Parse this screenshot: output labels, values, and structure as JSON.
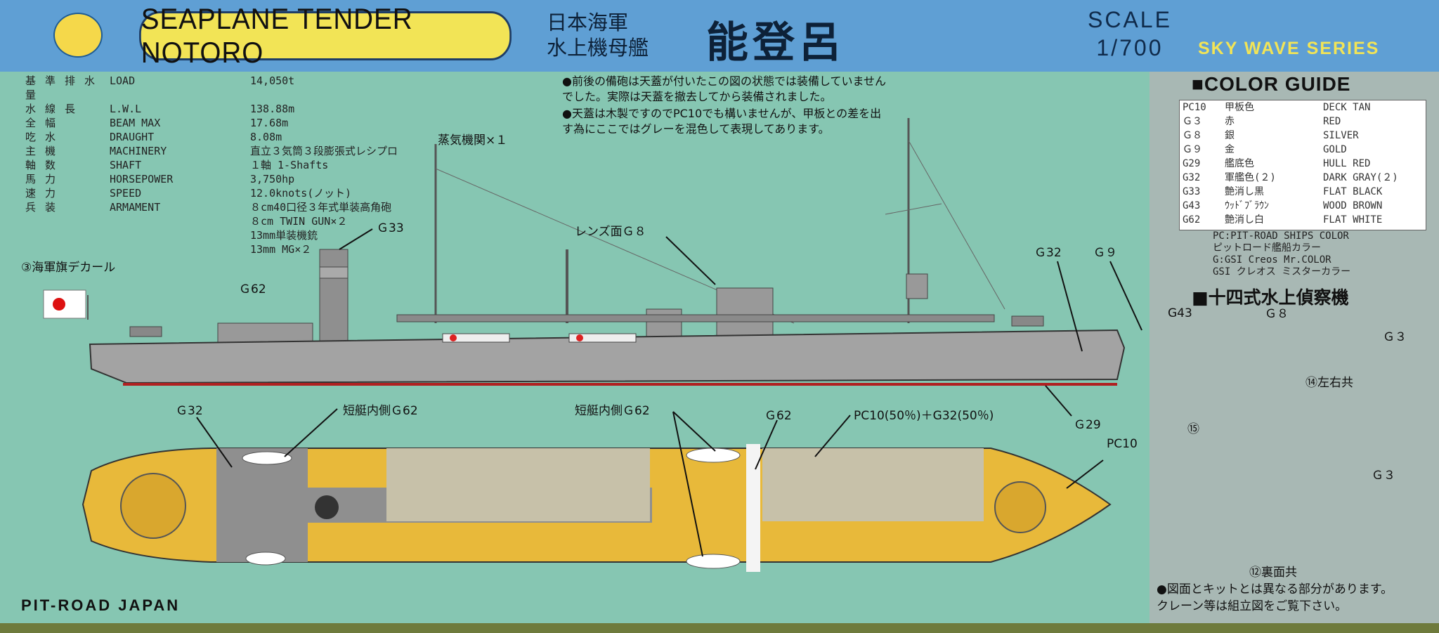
{
  "header": {
    "title_en": "SEAPLANE TENDER NOTORO",
    "title_jp_line1": "日本海軍",
    "title_jp_line2": "水上機母艦",
    "ship_name_jp": "能登呂",
    "scale_label": "SCALE",
    "scale_value": "1/700",
    "series": "SKY WAVE SERIES",
    "colors": {
      "header_bg": "#5f9fd4",
      "pill": "#f2e456",
      "sea": "#86c6b2"
    }
  },
  "specs": [
    {
      "jp": "基準排水量",
      "en": "LOAD",
      "value": "14,050t"
    },
    {
      "jp": "水線長",
      "en": "L.W.L",
      "value": "138.88m"
    },
    {
      "jp": "全幅",
      "en": "BEAM MAX",
      "value": "17.68m"
    },
    {
      "jp": "吃水",
      "en": "DRAUGHT",
      "value": "8.08m"
    },
    {
      "jp": "主機",
      "en": "MACHINERY",
      "value": "直立３気筒３段膨張式レシプロ"
    },
    {
      "jp": "軸数",
      "en": "SHAFT",
      "value": "１軸  1-Shafts"
    },
    {
      "jp": "馬力",
      "en": "HORSEPOWER",
      "value": "3,750hp"
    },
    {
      "jp": "速力",
      "en": "SPEED",
      "value": "12.0knots(ノット)"
    },
    {
      "jp": "兵装",
      "en": "ARMAMENT",
      "value": "８cm40口径３年式単装高角砲"
    }
  ],
  "armament_extra": [
    "８cm TWIN GUN×２",
    "13mm単装機銃",
    "13mm MG×２"
  ],
  "notes": [
    "●前後の備砲は天蓋が付いたこの図の状態では装備していませんでした。実際は天蓋を撤去してから装備されました。",
    "●天蓋は木製ですのでPC10でも構いませんが、甲板との差を出す為にここではグレーを混色して表現してあります。"
  ],
  "callouts": {
    "steam": "蒸気機関×１",
    "lens": "レンズ面Ｇ８",
    "g33": "Ｇ33",
    "g62_side": "Ｇ62",
    "g32_side": "Ｇ32",
    "g9": "Ｇ９",
    "g29": "Ｇ29",
    "flag": "③海軍旗デカール",
    "g32_top": "Ｇ32",
    "boat1": "短艇内側Ｇ62",
    "boat2": "短艇内側Ｇ62",
    "g62_top": "Ｇ62",
    "mix": "PC10(50％)＋G32(50％)",
    "pc10": "PC10"
  },
  "color_guide": {
    "title": "■COLOR GUIDE",
    "rows": [
      {
        "code": "PC10",
        "jp": "甲板色",
        "en": "DECK TAN"
      },
      {
        "code": "Ｇ３",
        "jp": "赤",
        "en": "RED"
      },
      {
        "code": "Ｇ８",
        "jp": "銀",
        "en": "SILVER"
      },
      {
        "code": "Ｇ９",
        "jp": "金",
        "en": "GOLD"
      },
      {
        "code": "G29",
        "jp": "艦底色",
        "en": "HULL RED"
      },
      {
        "code": "G32",
        "jp": "軍艦色(２)",
        "en": "DARK GRAY(２)"
      },
      {
        "code": "G33",
        "jp": "艶消し黒",
        "en": "FLAT BLACK"
      },
      {
        "code": "G43",
        "jp": "ｳｯﾄﾞﾌﾞﾗｳﾝ",
        "en": "WOOD BROWN"
      },
      {
        "code": "G62",
        "jp": "艶消し白",
        "en": "FLAT WHITE"
      }
    ],
    "note1": "PC:PIT-ROAD SHIPS COLOR",
    "note2": "ピットロード艦船カラー",
    "note3": "G:GSI Creos Mr.COLOR",
    "note4": "GSI クレオス ミスターカラー"
  },
  "plane": {
    "title": "■十四式水上偵察機",
    "g43": "G43",
    "g8": "Ｇ８",
    "g3a": "Ｇ３",
    "both_sides": "⑭左右共",
    "num15": "⑮",
    "g3b": "Ｇ３",
    "underside": "⑫裏面共"
  },
  "footer_note1": "●図面とキットとは異なる部分があります。",
  "footer_note2": "クレーン等は組立図をご覧下さい。",
  "brand": "PIT-ROAD JAPAN"
}
